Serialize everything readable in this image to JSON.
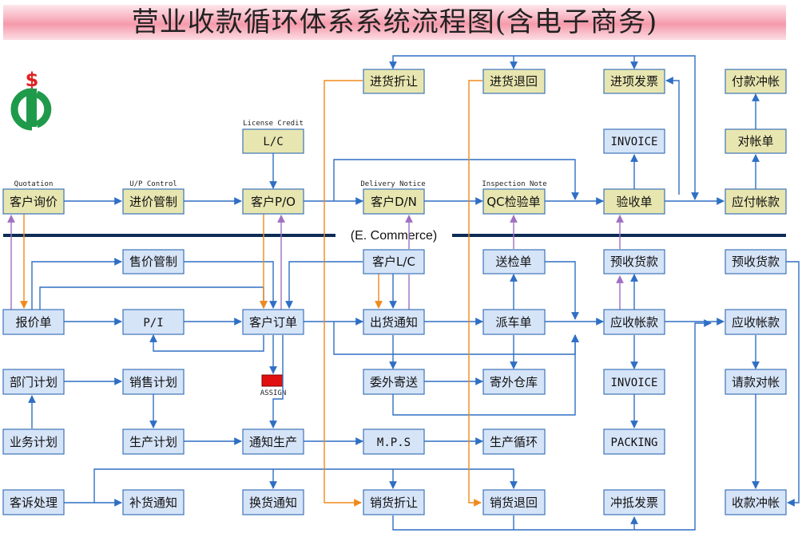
{
  "title": "营业收款循环体系系统流程图(含电子商务)",
  "divider_label": "(E. Commerce)",
  "logo": {
    "symbol": "$"
  },
  "colors": {
    "top_box": "#e8e6b0",
    "bottom_box": "#d6e4f8",
    "border": "#3c74b8",
    "arrow_blue": "#2f6fc4",
    "arrow_orange": "#f08a1c",
    "arrow_purple": "#a070c0",
    "assign_red": "#e01010",
    "divider": "#0d2b55"
  },
  "captions": {
    "quotation": "Quotation",
    "up_control": "U/P Control",
    "license_credit": "License Credit",
    "delivery_notice": "Delivery Notice",
    "inspection_note": "Inspection Note",
    "assign": "ASSIGN"
  },
  "boxes": {
    "kehu_xunjia": "客户询价",
    "jinjia_guanzhi": "进价管制",
    "kehu_po": "客户P/O",
    "lc": "L/C",
    "kehu_dn": "客户D/N",
    "qc_jianyan": "QC检验单",
    "yanshou": "验收单",
    "yingfu_zhangkuan": "应付帐款",
    "duizhang": "对帐单",
    "fukuan_chongzhang": "付款冲帐",
    "jinhuo_zherang": "进货折让",
    "jinhuo_tuihui": "进货退回",
    "jinxiang_fapiao": "进项发票",
    "invoice_top": "INVOICE",
    "shoujia_guanzhi": "售价管制",
    "kehu_lc": "客户L/C",
    "songjian": "送检单",
    "yushou_1": "预收货款",
    "yushou_2": "预收货款",
    "baojia": "报价单",
    "pi": "P/I",
    "kehu_dingdan": "客户订单",
    "chuhuo_tongzhi": "出货通知",
    "paiche": "派车单",
    "yingshou_1": "应收帐款",
    "yingshou_2": "应收帐款",
    "bumen_jihua": "部门计划",
    "xiaoshou_jihua": "销售计划",
    "weiwai_jisong": "委外寄送",
    "jiwai_cangku": "寄外仓库",
    "invoice_bot": "INVOICE",
    "qingkuan_duizhang": "请款对帐",
    "yewu_jihua": "业务计划",
    "shengchan_jihua": "生产计划",
    "tongzhi_shengchan": "通知生产",
    "mps": "M.P.S",
    "shengchan_xunhuan": "生产循环",
    "packing": "PACKING",
    "kesu_chuli": "客诉处理",
    "buhuo_tongzhi": "补货通知",
    "huanhuo_tongzhi": "换货通知",
    "xiaohuo_zherang": "销货折让",
    "xiaohuo_tuihui": "销货退回",
    "chongdi_fapiao": "冲抵发票",
    "shoukuan_chongzhang": "收款冲帐"
  }
}
